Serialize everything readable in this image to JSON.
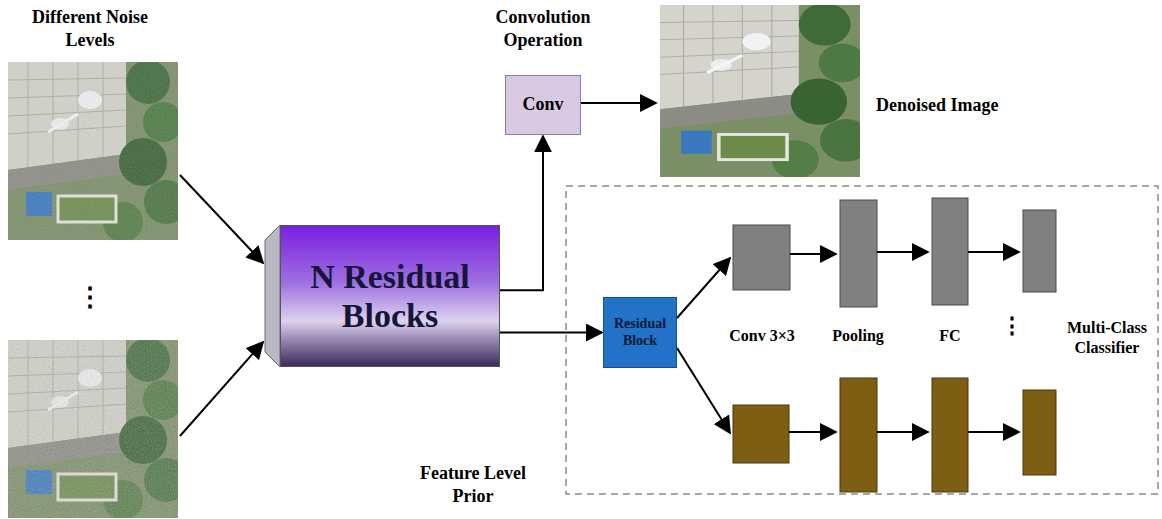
{
  "diagram": {
    "nodes": [
      {
        "text": [
          "N Residual Blocks"
        ]
      },
      {
        "text": [
          "Conv"
        ]
      },
      {
        "text": [
          "Residual Block"
        ]
      }
    ],
    "edges": [
      {
        "from": 0,
        "to": 1,
        "arrow": "to"
      },
      {
        "from": 0,
        "to": 2,
        "arrow": "to"
      }
    ],
    "labels": [
      "Different Noise Levels",
      "⋮",
      "Convolution Operation",
      "Denoised Image",
      "Conv 3×3",
      "Pooling",
      "FC",
      "⋮",
      "Multi-Class Classifier",
      "Feature Level Prior"
    ]
  }
}
